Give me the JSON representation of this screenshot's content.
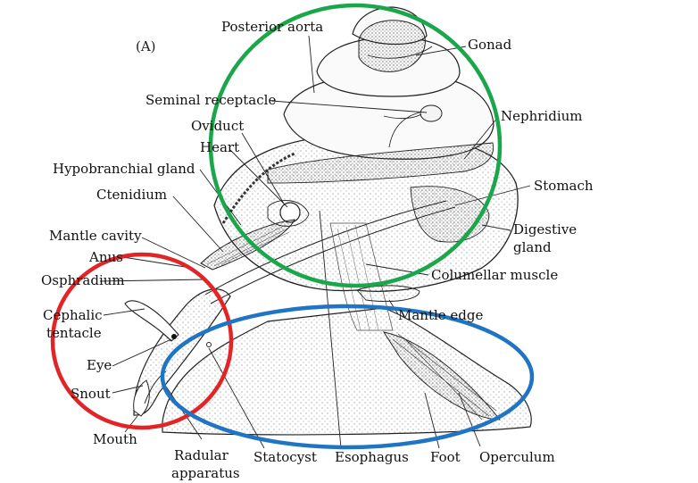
{
  "panel_label": "(A)",
  "labels": {
    "posterior_aorta": "Posterior aorta",
    "gonad": "Gonad",
    "seminal_receptacle": "Seminal receptacle",
    "nephridium": "Nephridium",
    "oviduct": "Oviduct",
    "heart": "Heart",
    "hypobranchial_gland": "Hypobranchial gland",
    "ctenidium": "Ctenidium",
    "stomach": "Stomach",
    "mantle_cavity": "Mantle cavity",
    "anus": "Anus",
    "digestive_gland_1": "Digestive",
    "digestive_gland_2": "gland",
    "osphradium": "Osphradium",
    "columellar_muscle": "Columellar muscle",
    "cephalic_tentacle_1": "Cephalic",
    "cephalic_tentacle_2": "tentacle",
    "mantle_edge": "Mantle edge",
    "eye": "Eye",
    "snout": "Snout",
    "mouth": "Mouth",
    "radular_apparatus_1": "Radular",
    "radular_apparatus_2": "apparatus",
    "statocyst": "Statocyst",
    "esophagus": "Esophagus",
    "foot": "Foot",
    "operculum": "Operculum"
  },
  "highlight_colors": {
    "green": "#1aa64a",
    "red": "#e32426",
    "blue": "#1f74c4"
  }
}
